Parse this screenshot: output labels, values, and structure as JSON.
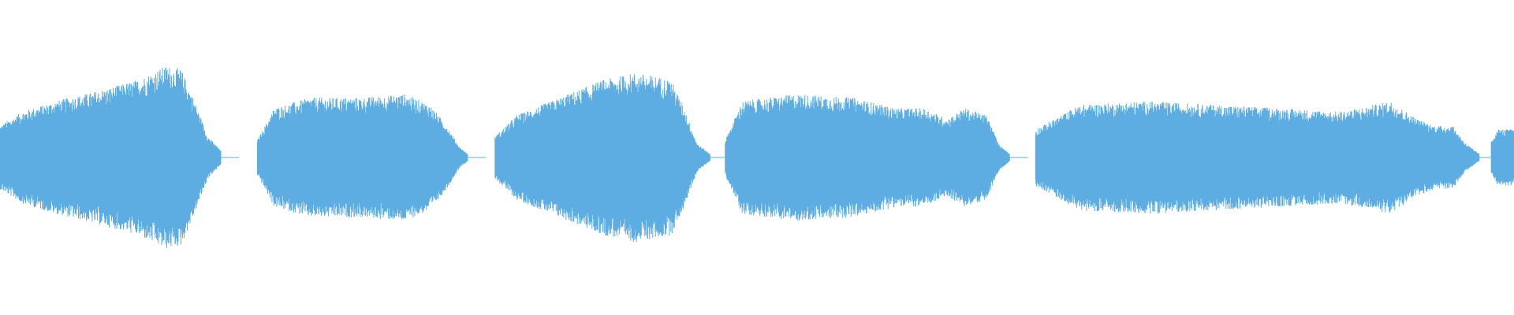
{
  "waveform": {
    "color": "#5dade2",
    "background": "#ffffff",
    "segments": [
      {
        "start": 0.0,
        "end": 0.146,
        "envelope": [
          [
            0.0,
            0.09
          ],
          [
            0.1,
            0.13
          ],
          [
            0.25,
            0.16
          ],
          [
            0.45,
            0.19
          ],
          [
            0.62,
            0.22
          ],
          [
            0.75,
            0.26
          ],
          [
            0.82,
            0.25
          ],
          [
            0.88,
            0.16
          ],
          [
            0.94,
            0.06
          ],
          [
            1.0,
            0.02
          ]
        ],
        "tail": 0.02
      },
      {
        "start": 0.17,
        "end": 0.309,
        "envelope": [
          [
            0.0,
            0.05
          ],
          [
            0.08,
            0.14
          ],
          [
            0.25,
            0.17
          ],
          [
            0.5,
            0.17
          ],
          [
            0.7,
            0.18
          ],
          [
            0.82,
            0.15
          ],
          [
            0.9,
            0.09
          ],
          [
            0.96,
            0.03
          ],
          [
            1.0,
            0.01
          ]
        ],
        "tail": 0.02
      },
      {
        "start": 0.327,
        "end": 0.469,
        "envelope": [
          [
            0.0,
            0.06
          ],
          [
            0.1,
            0.12
          ],
          [
            0.3,
            0.17
          ],
          [
            0.5,
            0.22
          ],
          [
            0.65,
            0.24
          ],
          [
            0.75,
            0.23
          ],
          [
            0.82,
            0.22
          ],
          [
            0.88,
            0.14
          ],
          [
            0.94,
            0.04
          ],
          [
            1.0,
            0.01
          ]
        ],
        "tail": 0.02
      },
      {
        "start": 0.479,
        "end": 0.667,
        "envelope": [
          [
            0.0,
            0.05
          ],
          [
            0.06,
            0.16
          ],
          [
            0.25,
            0.18
          ],
          [
            0.45,
            0.17
          ],
          [
            0.6,
            0.14
          ],
          [
            0.7,
            0.14
          ],
          [
            0.78,
            0.11
          ],
          [
            0.84,
            0.14
          ],
          [
            0.92,
            0.12
          ],
          [
            0.96,
            0.04
          ],
          [
            1.0,
            0.01
          ]
        ],
        "tail": 0.02
      },
      {
        "start": 0.684,
        "end": 0.977,
        "envelope": [
          [
            0.0,
            0.08
          ],
          [
            0.1,
            0.15
          ],
          [
            0.25,
            0.16
          ],
          [
            0.4,
            0.15
          ],
          [
            0.55,
            0.14
          ],
          [
            0.68,
            0.13
          ],
          [
            0.73,
            0.14
          ],
          [
            0.8,
            0.16
          ],
          [
            0.86,
            0.11
          ],
          [
            0.9,
            0.09
          ],
          [
            0.94,
            0.09
          ],
          [
            0.97,
            0.04
          ],
          [
            1.0,
            0.01
          ]
        ],
        "tail": 0.02
      },
      {
        "start": 0.985,
        "end": 1.0,
        "envelope": [
          [
            0.0,
            0.05
          ],
          [
            0.3,
            0.08
          ],
          [
            1.0,
            0.08
          ]
        ],
        "tail": 0.0
      }
    ]
  }
}
